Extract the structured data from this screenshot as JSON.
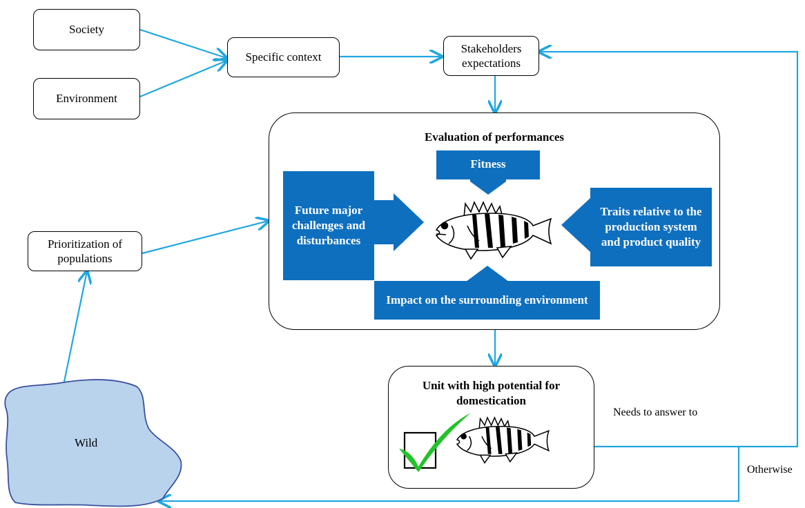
{
  "nodes": {
    "society": "Society",
    "environment": "Environment",
    "specific_context": "Specific context",
    "stakeholders": "Stakeholders expectations",
    "prioritization": "Prioritization of populations",
    "wild": "Wild"
  },
  "evaluation": {
    "title": "Evaluation of performances",
    "fitness": "Fitness",
    "future": "Future major challenges and disturbances",
    "traits": "Traits relative to the production system and product quality",
    "impact": "Impact on the surrounding environment"
  },
  "unit": {
    "title": "Unit with high potential for domestication"
  },
  "edge_labels": {
    "needs": "Needs to answer to",
    "otherwise": "Otherwise"
  },
  "colors": {
    "arrow": "#1fa7e0",
    "panel_blue": "#0e6fbf",
    "wild_fill": "#b9d3ec",
    "check_green": "#22c32a"
  }
}
